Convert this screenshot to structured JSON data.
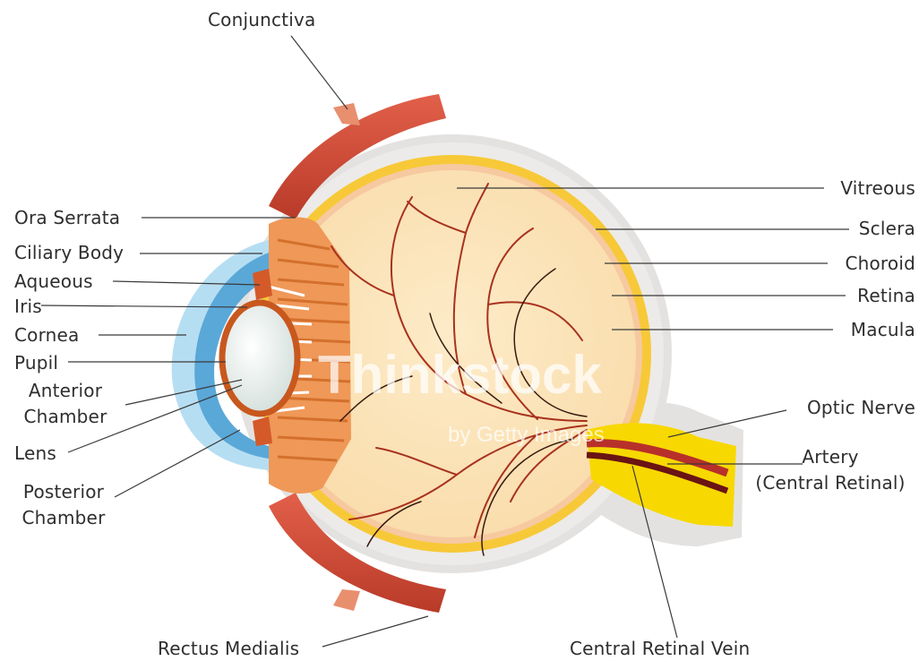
{
  "labels": {
    "conjunctiva": "Conjunctiva",
    "ora_serrata": "Ora Serrata",
    "ciliary_body": "Ciliary Body",
    "aqueous": "Aqueous",
    "iris": "Iris",
    "cornea": "Cornea",
    "pupil": "Pupil",
    "anterior_chamber_1": "Anterior",
    "anterior_chamber_2": "Chamber",
    "lens": "Lens",
    "posterior_chamber_1": "Posterior",
    "posterior_chamber_2": "Chamber",
    "vitreous": "Vitreous",
    "sclera": "Sclera",
    "choroid": "Choroid",
    "retina": "Retina",
    "macula": "Macula",
    "optic_nerve": "Optic Nerve",
    "artery_1": "Artery",
    "artery_2": "(Central Retinal)",
    "rectus_medialis": "Rectus Medialis",
    "central_retinal_vein": "Central Retinal Vein"
  },
  "watermark": {
    "brand": "Thinkstock",
    "byline": "by Getty Images"
  },
  "colors": {
    "vitreous_fill": "#fbe3b8",
    "choroid_band": "#f7c938",
    "sclera": "#e4e2e0",
    "muscle": "#d3503c",
    "ciliary": "#ee9050",
    "cornea": "#a9d8f0",
    "lens": "#eef2f0",
    "vessel": "#b03020",
    "leader_line": "#3a3a3a"
  }
}
